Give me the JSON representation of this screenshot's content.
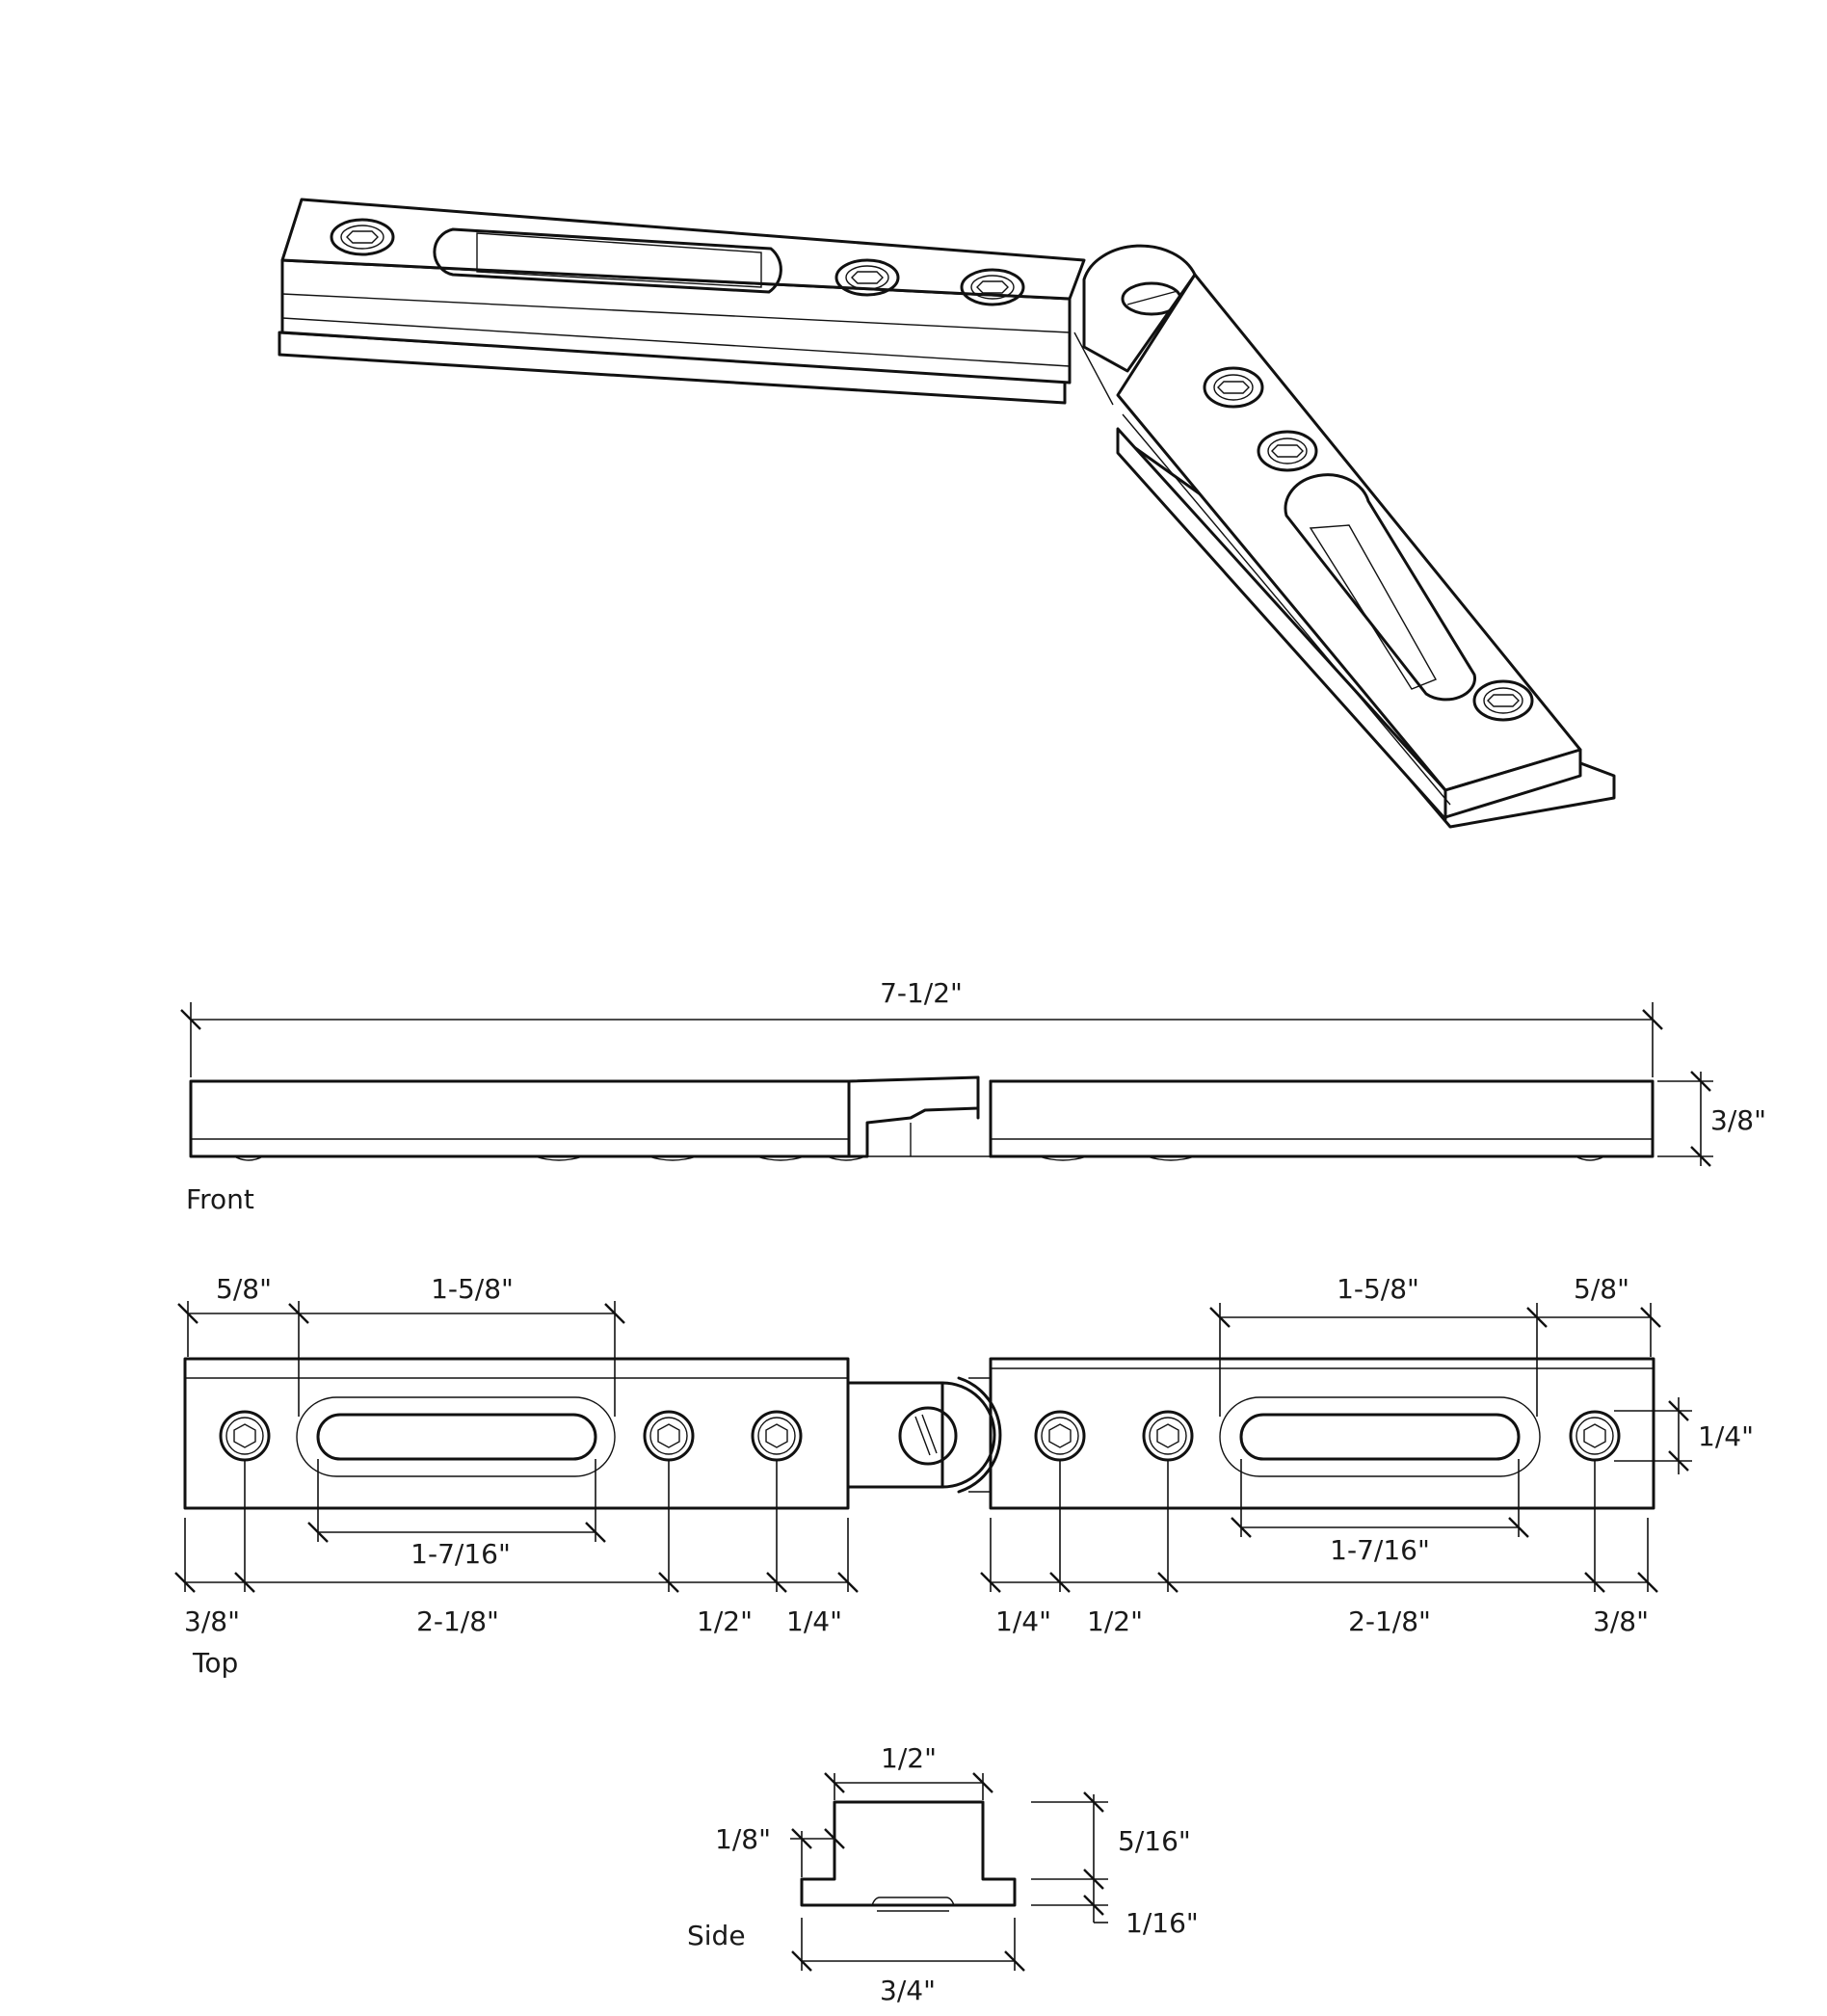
{
  "views": {
    "front": "Front",
    "top": "Top",
    "side": "Side"
  },
  "dimensions": {
    "front_overall_length": "7-1/2\"",
    "front_height": "3/8\"",
    "top_left_edge_to_slot": "5/8\"",
    "top_left_slot_length": "1-5/8\"",
    "top_left_slot_inner": "1-7/16\"",
    "top_left_end_to_hole": "3/8\"",
    "top_left_hole_spacing": "2-1/8\"",
    "top_left_hole_to_hole": "1/2\"",
    "top_left_hole_to_end": "1/4\"",
    "top_right_slot_length": "1-5/8\"",
    "top_right_edge_to_slot": "5/8\"",
    "top_right_hole_diameter": "1/4\"",
    "top_right_slot_inner": "1-7/16\"",
    "top_right_end_to_hole": "1/4\"",
    "top_right_hole_to_hole": "1/2\"",
    "top_right_hole_spacing": "2-1/8\"",
    "top_right_hole_to_end": "3/8\"",
    "side_top_width": "1/2\"",
    "side_step": "1/8\"",
    "side_upper_height": "5/16\"",
    "side_base_height": "1/16\"",
    "side_base_width": "3/4\""
  }
}
